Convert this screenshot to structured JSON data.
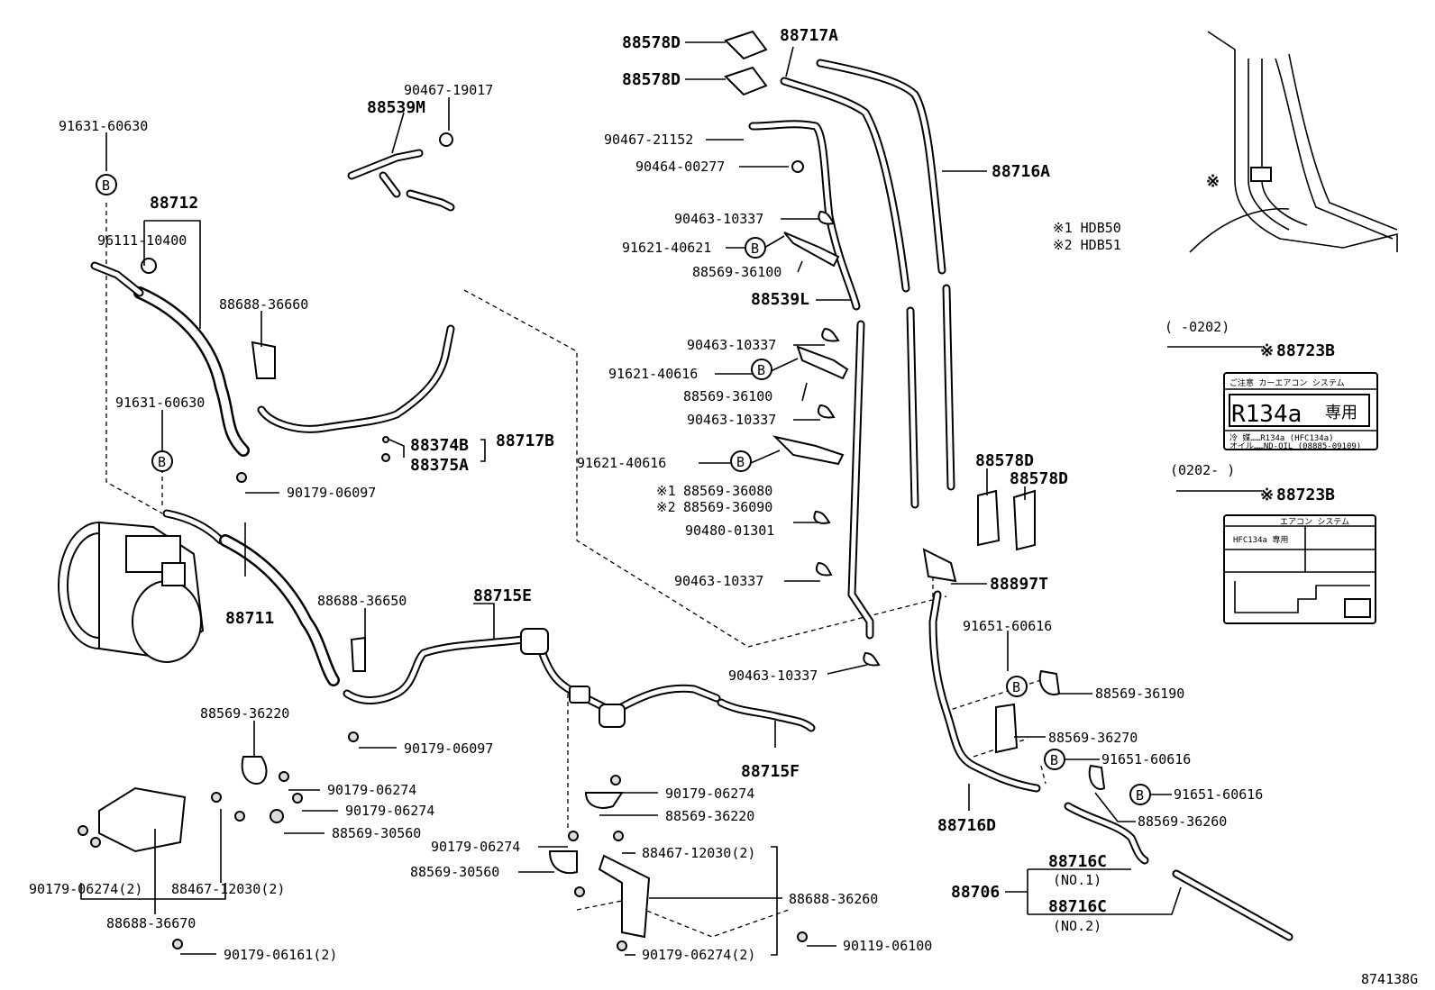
{
  "parts": {
    "p91631_60630_top": "91631-60630",
    "p88712": "88712",
    "p96111_10400": "96111-10400",
    "p88539M": "88539M",
    "p90467_19017": "90467-19017",
    "p88688_36660": "88688-36660",
    "p91631_60630_mid": "91631-60630",
    "p88374B": "88374B",
    "p88375A": "88375A",
    "p88717B": "88717B",
    "p90179_06097_a": "90179-06097",
    "p88711": "88711",
    "p88688_36650": "88688-36650",
    "p88715E": "88715E",
    "p90179_06097_b": "90179-06097",
    "p88715F": "88715F",
    "p88569_36220_a": "88569-36220",
    "p90179_06274_a": "90179-06274",
    "p90179_06274_b": "90179-06274",
    "p88569_30560_a": "88569-30560",
    "p90179_06274_2_a": "90179-06274(2)",
    "p88467_12030_2_a": "88467-12030(2)",
    "p88688_36670": "88688-36670",
    "p90179_06161_2": "90179-06161(2)",
    "p90179_06274_c": "90179-06274",
    "p88569_36220_b": "88569-36220",
    "p90179_06274_d": "90179-06274",
    "p88467_12030_2_b": "88467-12030(2)",
    "p88569_30560_b": "88569-30560",
    "p88688_36260": "88688-36260",
    "p90179_06274_2_b": "90179-06274(2)",
    "p90119_06100": "90119-06100",
    "p88578D_a": "88578D",
    "p88578D_b": "88578D",
    "p88717A": "88717A",
    "p90467_21152": "90467-21152",
    "p90464_00277": "90464-00277",
    "p88716A": "88716A",
    "p90463_10337_a": "90463-10337",
    "p91621_40621": "91621-40621",
    "p88569_36100_a": "88569-36100",
    "p88539L": "88539L",
    "p90463_10337_b": "90463-10337",
    "p91621_40616_a": "91621-40616",
    "p88569_36100_b": "88569-36100",
    "p90463_10337_c": "90463-10337",
    "p91621_40616_b": "91621-40616",
    "p88569_36080": "88569-36080",
    "p88569_36090": "88569-36090",
    "p90480_01301": "90480-01301",
    "p90463_10337_d": "90463-10337",
    "p90463_10337_e": "90463-10337",
    "p88578D_c": "88578D",
    "p88578D_d": "88578D",
    "p88897T": "88897T",
    "p91651_60616_a": "91651-60616",
    "p88569_36190": "88569-36190",
    "p88569_36270": "88569-36270",
    "p91651_60616_b": "91651-60616",
    "p91651_60616_c": "91651-60616",
    "p88569_36260": "88569-36260",
    "p88716D": "88716D",
    "p88706": "88706",
    "p88716C_a": "88716C",
    "p88716C_b": "88716C",
    "p88723B_a": "88723B",
    "p88723B_b": "88723B"
  },
  "notes": {
    "m1": "※1",
    "m2": "※2",
    "no1": "(NO.1)",
    "no2": "(NO.2)",
    "ref_mark": "※",
    "circle_b": "B"
  },
  "legend": {
    "line1": "※1 HDB50",
    "line2": "※2 HDB51"
  },
  "labels_section": {
    "range_a": "(      -0202)",
    "range_b": "(0202-      )",
    "card_a_line1": "ご注意      カーエアコン システム",
    "card_a_big": "R134a",
    "card_a_kanji": "専用",
    "card_a_line3": "冷 媒……R134a (HFC134a)",
    "card_a_line4": "オイル……ND-OIL (08885-09109)",
    "card_b_title": "エアコン システム",
    "card_b_text": "HFC134a 専用"
  },
  "figure_id": "874138G"
}
